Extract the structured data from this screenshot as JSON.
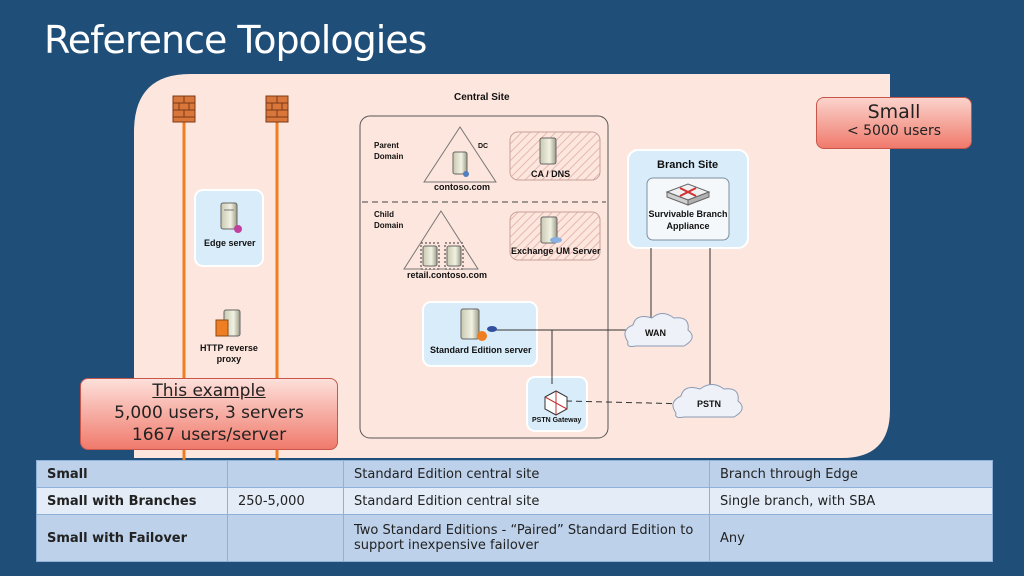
{
  "title": "Reference Topologies",
  "diagram": {
    "central_site": "Central Site",
    "parent_domain": [
      "Parent",
      "Domain"
    ],
    "child_domain": [
      "Child",
      "Domain"
    ],
    "dc": "DC",
    "contoso": "contoso.com",
    "retail": "retail.contoso.com",
    "ca_dns": "CA / DNS",
    "exchange_um": "Exchange UM Server",
    "std_edition": "Standard Edition server",
    "pstn_gateway": "PSTN Gateway",
    "edge_server": "Edge server",
    "http_proxy": [
      "HTTP reverse",
      "proxy"
    ],
    "branch_site": "Branch Site",
    "sba": [
      "Survivable Branch",
      "Appliance"
    ],
    "wan": "WAN",
    "pstn": "PSTN"
  },
  "small_callout": {
    "line1": "Small",
    "line2": "< 5000 users"
  },
  "example_callout": {
    "line1": "This example",
    "line2": "5,000 users, 3 servers",
    "line3": "1667 users/server"
  },
  "table": {
    "rows": [
      [
        "Small",
        "",
        "Standard Edition central site",
        "Branch through Edge"
      ],
      [
        "Small with Branches",
        "250-5,000",
        "Standard Edition central site",
        "Single branch, with SBA"
      ],
      [
        "Small with Failover",
        "",
        "Two Standard Editions - “Paired” Standard Edition to support inexpensive failover",
        "Any"
      ]
    ]
  },
  "colors": {
    "background": "#1f4e79",
    "panel": "#fde6dd",
    "box": "#d9ecfa",
    "firewall_line": "#ef7d22",
    "callout": "#f07a6c"
  }
}
